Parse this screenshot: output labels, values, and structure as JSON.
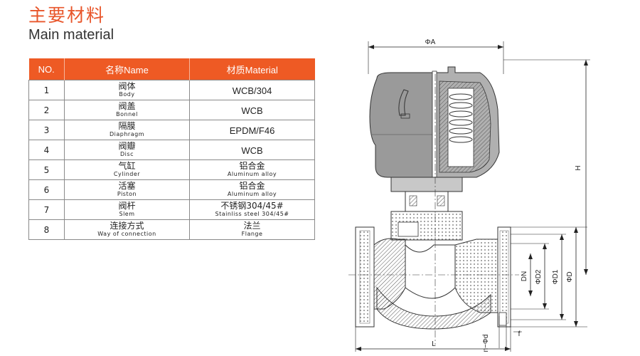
{
  "header": {
    "title_cn": "主要材料",
    "title_en": "Main material"
  },
  "table": {
    "headers": [
      "NO.",
      "名称Name",
      "材质Material"
    ],
    "rows": [
      {
        "no": "1",
        "name_cn": "阀体",
        "name_en": "Body",
        "material": "WCB/304",
        "material_en": ""
      },
      {
        "no": "2",
        "name_cn": "阀盖",
        "name_en": "Bonnel",
        "material": "WCB",
        "material_en": ""
      },
      {
        "no": "3",
        "name_cn": "隔膜",
        "name_en": "Diaphragm",
        "material": "EPDM/F46",
        "material_en": ""
      },
      {
        "no": "4",
        "name_cn": "阀瓣",
        "name_en": "Disc",
        "material": "WCB",
        "material_en": ""
      },
      {
        "no": "5",
        "name_cn": "气缸",
        "name_en": "Cylinder",
        "material": "铝合金",
        "material_en": "Aluminum alloy"
      },
      {
        "no": "6",
        "name_cn": "活塞",
        "name_en": "Piston",
        "material": "铝合金",
        "material_en": "Aluminum alloy"
      },
      {
        "no": "7",
        "name_cn": "阀杆",
        "name_en": "Slem",
        "material": "不锈钢304/45#",
        "material_en": "Stainliss steel 304/45#"
      },
      {
        "no": "8",
        "name_cn": "连接方式",
        "name_en": "Way of connection",
        "material": "法兰",
        "material_en": "Flange"
      }
    ]
  },
  "drawing": {
    "labels": {
      "phi_a": "ΦA",
      "h": "H",
      "dn": "DN",
      "phi_d2": "ΦD2",
      "phi_d1": "ΦD1",
      "phi_d": "ΦD",
      "n_phi_d": "n−Φd",
      "f": "f",
      "l": "L"
    }
  },
  "colors": {
    "accent": "#ee5a24",
    "title": "#e8552a",
    "actuator": "#9a9a9a",
    "hatch": "#555555"
  }
}
